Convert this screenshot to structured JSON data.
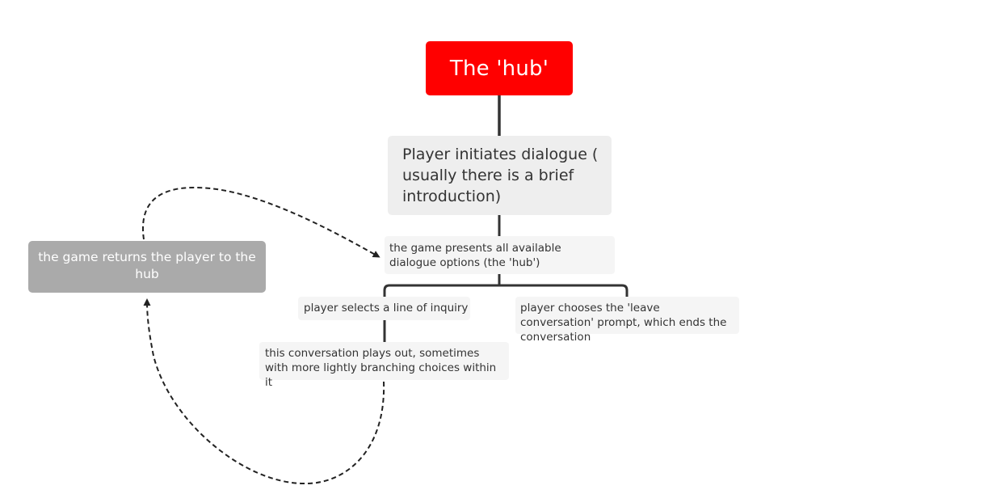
{
  "nodes": {
    "root": "The 'hub'",
    "intro": "Player initiates dialogue ( usually there is a brief introduction)",
    "hub": "the game presents all available dialogue options (the 'hub')",
    "inquiry": "player selects a line of inquiry",
    "leave": "player chooses the 'leave conversation' prompt, which ends the conversation",
    "playout": "this conversation plays out, sometimes with more lightly branching choices within it",
    "return": "the game returns the player to the hub"
  },
  "colors": {
    "root_fill": "#ff0000",
    "intro_fill": "#eeeeee",
    "topic_fill": "#f5f5f5",
    "return_fill": "#aaaaaa",
    "connector": "#333333"
  }
}
